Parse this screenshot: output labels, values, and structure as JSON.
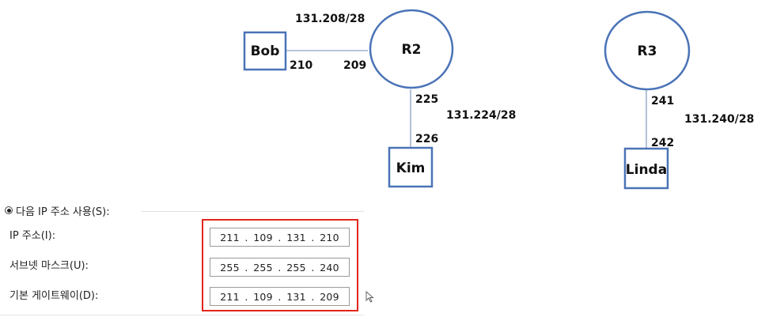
{
  "diagram": {
    "routers": [
      {
        "id": "R2",
        "label": "R2"
      },
      {
        "id": "R3",
        "label": "R3"
      }
    ],
    "hosts": [
      {
        "id": "Bob",
        "label": "Bob"
      },
      {
        "id": "Kim",
        "label": "Kim"
      },
      {
        "id": "Linda",
        "label": "Linda"
      }
    ],
    "links": [
      {
        "from": "Bob",
        "to": "R2",
        "network": "131.208/28",
        "from_addr": "210",
        "to_addr": "209"
      },
      {
        "from": "R2",
        "to": "Kim",
        "network": "131.224/28",
        "from_addr": "225",
        "to_addr": "226"
      },
      {
        "from": "R3",
        "to": "Linda",
        "network": "131.240/28",
        "from_addr": "241",
        "to_addr": "242"
      }
    ]
  },
  "ip_settings": {
    "use_following_label": "다음 IP 주소 사용(S):",
    "use_following_selected": true,
    "fields": [
      {
        "label": "IP 주소(I):",
        "octets": [
          "211",
          "109",
          "131",
          "210"
        ]
      },
      {
        "label": "서브넷 마스크(U):",
        "octets": [
          "255",
          "255",
          "255",
          "240"
        ]
      },
      {
        "label": "기본 게이트웨이(D):",
        "octets": [
          "211",
          "109",
          "131",
          "209"
        ]
      }
    ],
    "highlight_color": "#e2261c"
  },
  "colors": {
    "shape_stroke": "#4a73b7",
    "link_stroke": "#8aa2c6"
  }
}
